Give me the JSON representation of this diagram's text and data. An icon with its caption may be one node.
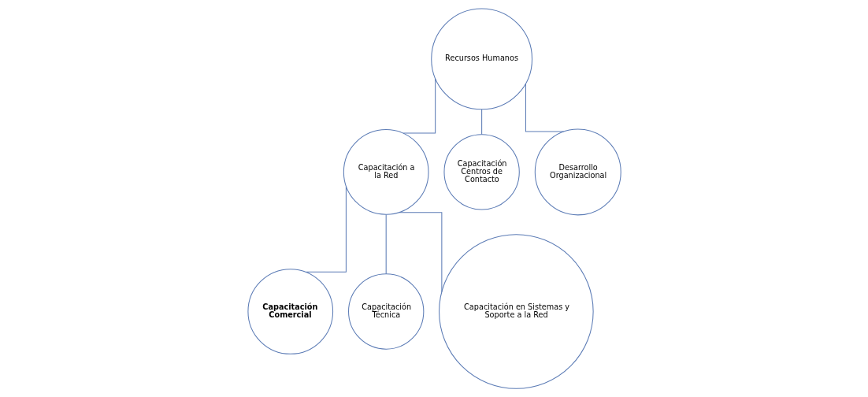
{
  "diagram": {
    "nodes": [
      {
        "text": [
          "Recursos Humanos"
        ]
      },
      {
        "text": [
          "Capacitación a la Red"
        ]
      },
      {
        "text": [
          "Capacitación Centros de Contacto"
        ]
      },
      {
        "text": [
          "Desarrollo Organizacional"
        ]
      },
      {
        "text": [
          "Capacitación Comercial"
        ]
      },
      {
        "text": [
          "Capacitación Técnica"
        ]
      },
      {
        "text": [
          "Capacitación en Sistemas y Soporte a la Red"
        ]
      }
    ],
    "edges": [
      {
        "from": 0,
        "to": 1,
        "arrow": "none"
      },
      {
        "from": 0,
        "to": 2,
        "arrow": "none"
      },
      {
        "from": 0,
        "to": 3,
        "arrow": "none"
      },
      {
        "from": 1,
        "to": 4,
        "arrow": "none"
      },
      {
        "from": 1,
        "to": 5,
        "arrow": "none"
      },
      {
        "from": 1,
        "to": 6,
        "arrow": "none"
      }
    ]
  }
}
